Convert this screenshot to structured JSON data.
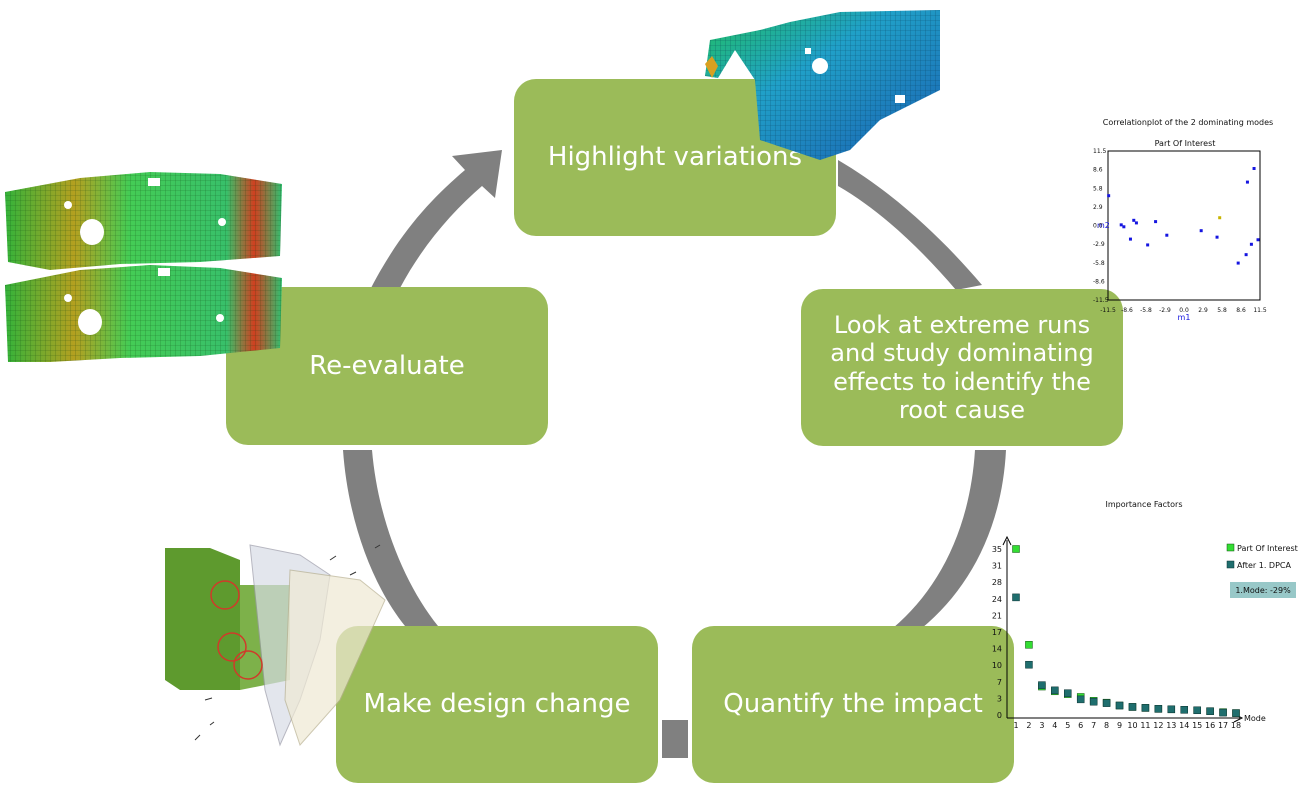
{
  "cycle_steps": {
    "highlight": "Highlight variations",
    "look": "Look at extreme runs and study dominating effects to identify the root cause",
    "quantify": "Quantify the impact",
    "design": "Make design change",
    "reevaluate": "Re-evaluate"
  },
  "colors": {
    "box_fill": "#9bbb59",
    "arrow_fill": "#808080",
    "box_text": "#ffffff"
  },
  "chart_data": [
    {
      "type": "scatter",
      "title": "Correlationplot of the 2 dominating modes",
      "subtitle": "Part Of Interest",
      "xlabel": "m1",
      "ylabel": "m2",
      "xlim": [
        -11.5,
        11.5
      ],
      "ylim": [
        -11.5,
        11.5
      ],
      "x_ticks": [
        "-11.5",
        "-8.6",
        "-5.8",
        "-2.9",
        "0.0",
        "2.9",
        "5.8",
        "8.6",
        "11.5"
      ],
      "y_ticks": [
        "11.5",
        "8.6",
        "5.8",
        "2.9",
        "0.0",
        "-2.9",
        "-5.8",
        "-8.6",
        "-11.5"
      ],
      "x": [
        -11.4,
        -9.5,
        -9.1,
        -8.1,
        -7.6,
        -7.2,
        -5.5,
        -4.3,
        -2.6,
        2.6,
        5.0,
        5.4,
        8.2,
        9.4,
        9.6,
        10.2,
        10.6,
        11.2
      ],
      "y": [
        4.6,
        0.1,
        -0.2,
        -2.1,
        0.8,
        0.4,
        -3.0,
        0.6,
        -1.5,
        -0.8,
        -1.8,
        1.2,
        -5.8,
        -4.5,
        6.7,
        -2.9,
        8.8,
        -2.2
      ],
      "colors": [
        "#1515e0",
        "#1515e0",
        "#1515e0",
        "#1515e0",
        "#1515e0",
        "#1515e0",
        "#1515e0",
        "#1515e0",
        "#1515e0",
        "#1515e0",
        "#1515e0",
        "#c8b400",
        "#1515e0",
        "#1515e0",
        "#1515e0",
        "#1515e0",
        "#1515e0",
        "#1515e0"
      ]
    },
    {
      "type": "scatter",
      "title": "Importance Factors",
      "xlabel": "Mode",
      "ylabel": "",
      "categories": [
        "1",
        "2",
        "3",
        "4",
        "5",
        "6",
        "7",
        "8",
        "9",
        "10",
        "11",
        "12",
        "13",
        "14",
        "15",
        "16",
        "17",
        "18"
      ],
      "y_ticks": [
        "35",
        "31",
        "28",
        "24",
        "21",
        "17",
        "14",
        "10",
        "7",
        "3",
        "0"
      ],
      "ylim": [
        0,
        35
      ],
      "series": [
        {
          "name": "Part Of Interest",
          "color": "#33dd33",
          "values": [
            35,
            14.8,
            6.0,
            5.0,
            4.4,
            3.8,
            3.0,
            2.6,
            2.0,
            1.7,
            1.5,
            1.3,
            1.2,
            1.1,
            1.0,
            0.8,
            0.6,
            0.4
          ]
        },
        {
          "name": "After 1. DPCA",
          "color": "#1f6e6e",
          "values": [
            24.8,
            10.6,
            6.3,
            5.2,
            4.6,
            3.3,
            2.8,
            2.5,
            2.0,
            1.7,
            1.5,
            1.3,
            1.2,
            1.1,
            1.0,
            0.8,
            0.5,
            0.4
          ]
        }
      ],
      "annotation": "1.Mode: -29%"
    }
  ]
}
